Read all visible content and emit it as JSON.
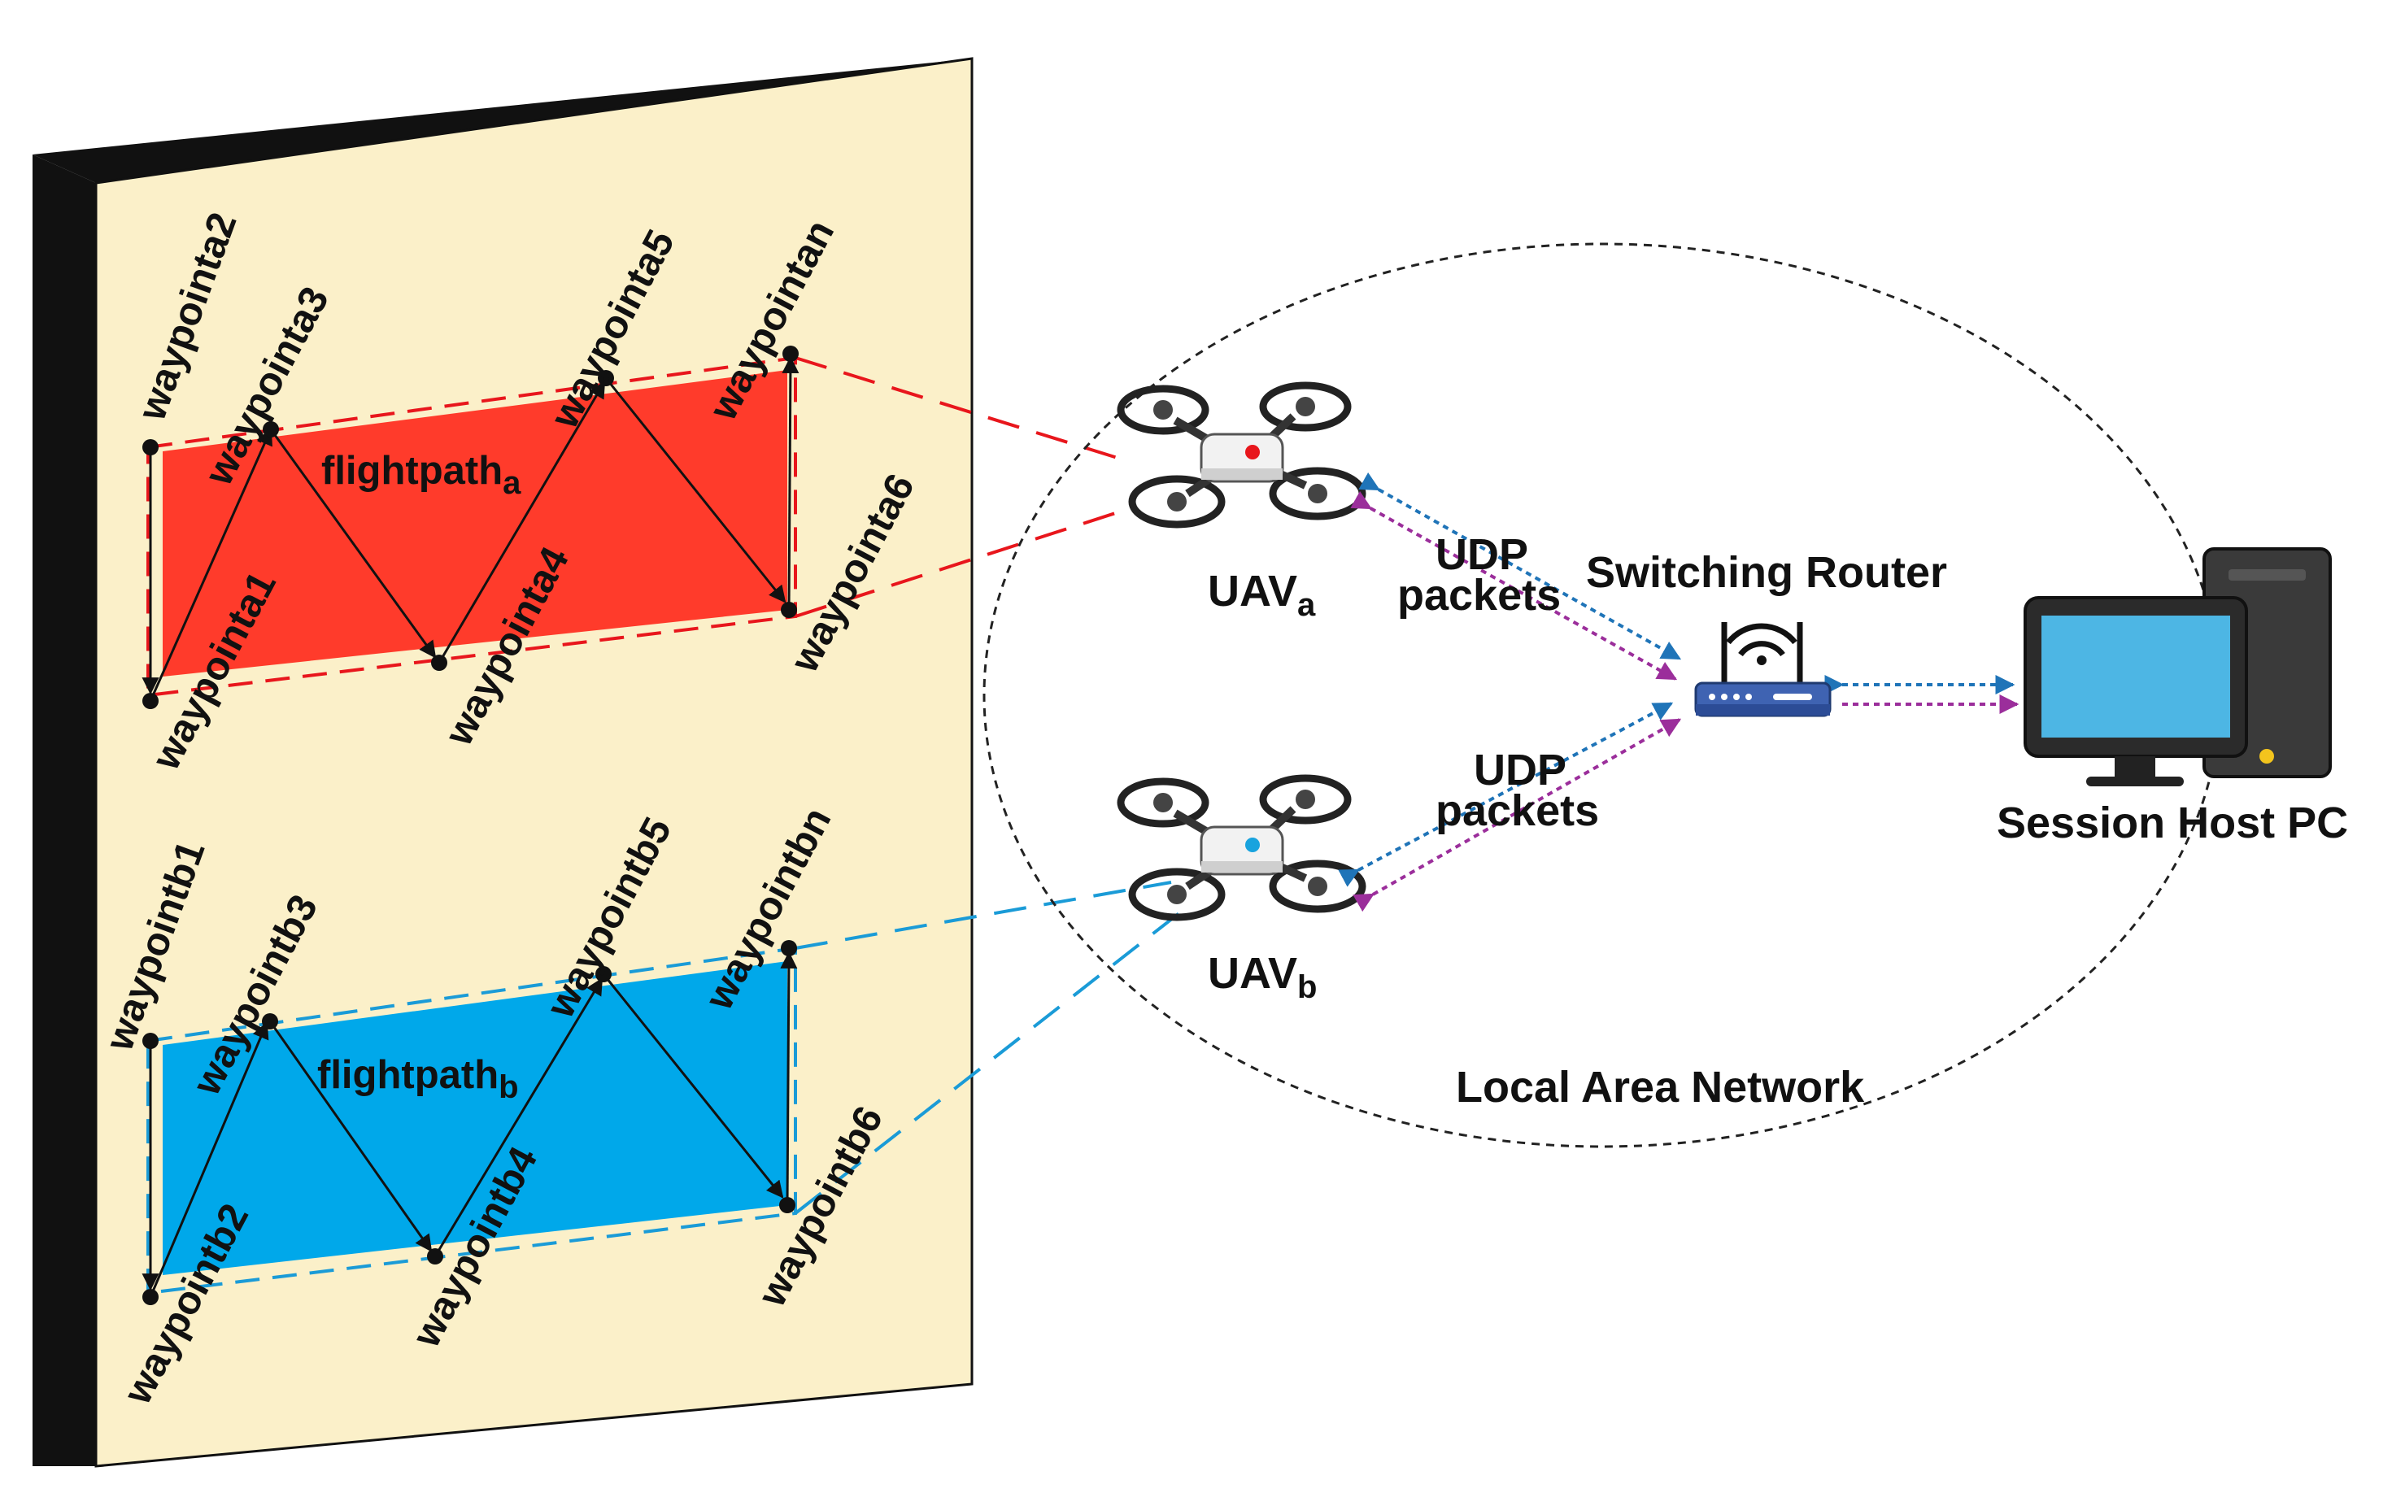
{
  "colors": {
    "wall_face": "#FBF0C9",
    "wall_edge": "#111111",
    "path_a": "#FF3B2B",
    "path_b": "#00A8EA",
    "link_blue": "#1F74B8",
    "link_purple": "#9B2E9B",
    "monitor_screen": "#4DB6E4",
    "router_body": "#3F63B2"
  },
  "waypoints_a": [
    "waypointa1",
    "waypointa2",
    "waypointa3",
    "waypointa4",
    "waypointa5",
    "waypointa6",
    "waypointan"
  ],
  "waypoints_b": [
    "waypointb1",
    "waypointb2",
    "waypointb3",
    "waypointb4",
    "waypointb5",
    "waypointb6",
    "waypointbn"
  ],
  "flightpath_a": {
    "main": "flightpath",
    "sub": "a"
  },
  "flightpath_b": {
    "main": "flightpath",
    "sub": "b"
  },
  "uav_a": {
    "main": "UAV",
    "sub": "a"
  },
  "uav_b": {
    "main": "UAV",
    "sub": "b"
  },
  "udp_a": {
    "line1": "UDP",
    "line2": "packets"
  },
  "udp_b": {
    "line1": "UDP",
    "line2": "packets"
  },
  "router_label": "Switching Router",
  "host_label": "Session Host PC",
  "lan_label": "Local Area Network"
}
